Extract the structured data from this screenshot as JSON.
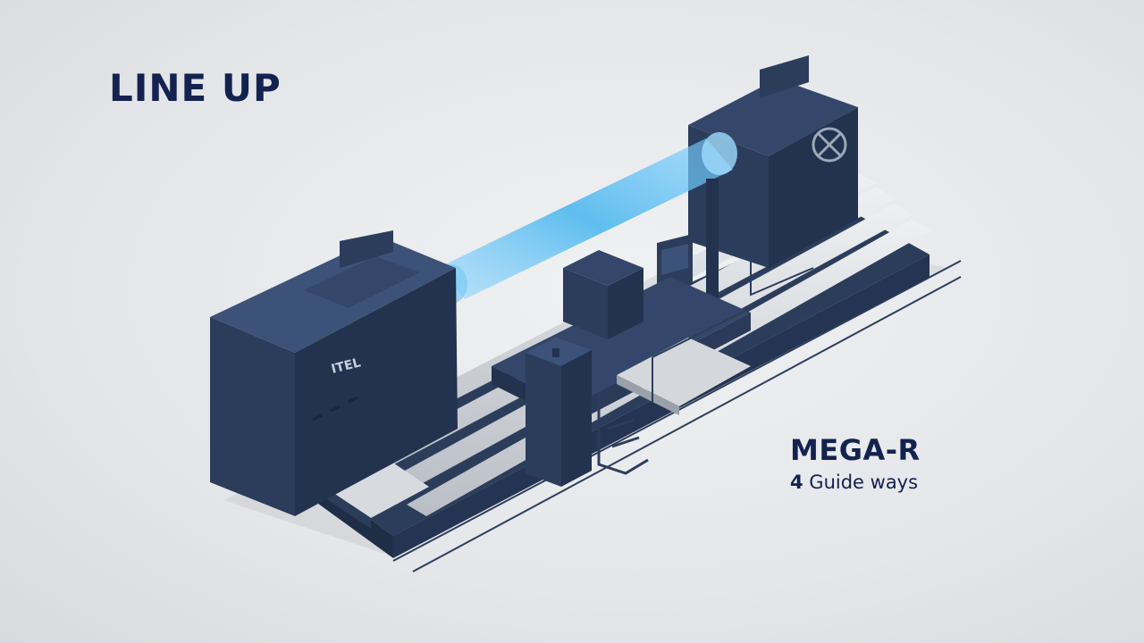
{
  "heading": "LINE UP",
  "model": {
    "name": "MEGA-R",
    "count": "4",
    "feature": " Guide ways"
  },
  "machine": {
    "brand_mark": "ITEL",
    "body_color": "#2c3d5c",
    "rail_color": "#cfd3d8",
    "workpiece_color": "#4fb8ef"
  }
}
